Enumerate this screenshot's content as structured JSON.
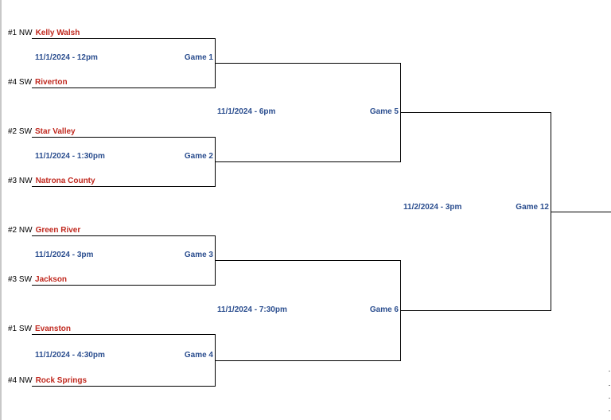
{
  "colors": {
    "team_name": "#c0281e",
    "game_info": "#2b4e8f",
    "line": "#000000"
  },
  "teams": [
    {
      "seed": "#1 NW",
      "name": "Kelly Walsh"
    },
    {
      "seed": "#4 SW",
      "name": "Riverton"
    },
    {
      "seed": "#2 SW",
      "name": "Star Valley"
    },
    {
      "seed": "#3 NW",
      "name": "Natrona County"
    },
    {
      "seed": "#2 NW",
      "name": "Green River"
    },
    {
      "seed": "#3 SW",
      "name": "Jackson"
    },
    {
      "seed": "#1 SW",
      "name": "Evanston"
    },
    {
      "seed": "#4 NW",
      "name": "Rock Springs"
    }
  ],
  "round1": [
    {
      "time": "11/1/2024 - 12pm",
      "game": "Game 1"
    },
    {
      "time": "11/1/2024 - 1:30pm",
      "game": "Game 2"
    },
    {
      "time": "11/1/2024 - 3pm",
      "game": "Game 3"
    },
    {
      "time": "11/1/2024 - 4:30pm",
      "game": "Game 4"
    }
  ],
  "round2": [
    {
      "time": "11/1/2024 - 6pm",
      "game": "Game 5"
    },
    {
      "time": "11/1/2024 - 7:30pm",
      "game": "Game 6"
    }
  ],
  "final": {
    "time": "11/2/2024 - 3pm",
    "game": "Game 12"
  }
}
